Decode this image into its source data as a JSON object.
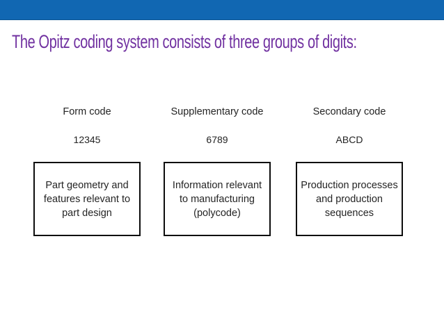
{
  "slide": {
    "title": "The Opitz coding system consists of three groups of digits:",
    "title_color": "#7030a0",
    "top_bar_color": "#1167b2",
    "box_border_color": "#0c0c0c",
    "body_text_color": "#242424",
    "background_color": "#ffffff"
  },
  "columns": [
    {
      "header": "Form code",
      "code": "12345",
      "description": "Part geometry and\nfeatures relevant to\npart design"
    },
    {
      "header": "Supplementary code",
      "code": "6789",
      "description": "Information relevant\nto manufacturing\n(polycode)"
    },
    {
      "header": "Secondary code",
      "code": "ABCD",
      "description": "Production processes\nand production\nsequences"
    }
  ]
}
